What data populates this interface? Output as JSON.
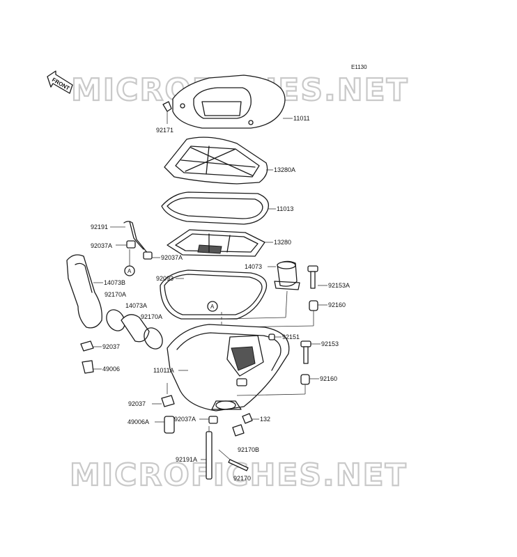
{
  "diagram_code": "E1130",
  "watermark_text": "MICROFICHES.NET",
  "front_label": "FRONT",
  "ref_marker": "A",
  "parts": [
    {
      "id": "p11011",
      "label": "11011"
    },
    {
      "id": "p92171",
      "label": "92171"
    },
    {
      "id": "p13280A",
      "label": "13280A"
    },
    {
      "id": "p11013",
      "label": "11013"
    },
    {
      "id": "p92191",
      "label": "92191"
    },
    {
      "id": "p13280",
      "label": "13280"
    },
    {
      "id": "p92037A_1",
      "label": "92037A"
    },
    {
      "id": "p92037A_2",
      "label": "92037A"
    },
    {
      "id": "p14073",
      "label": "14073"
    },
    {
      "id": "p14073B",
      "label": "14073B"
    },
    {
      "id": "p92093",
      "label": "92093"
    },
    {
      "id": "p92153A",
      "label": "92153A"
    },
    {
      "id": "p92170A_1",
      "label": "92170A"
    },
    {
      "id": "p14073A",
      "label": "14073A"
    },
    {
      "id": "p92160_1",
      "label": "92160"
    },
    {
      "id": "p92170A_2",
      "label": "92170A"
    },
    {
      "id": "p92151",
      "label": "92151"
    },
    {
      "id": "p92153",
      "label": "92153"
    },
    {
      "id": "p92037_1",
      "label": "92037"
    },
    {
      "id": "p49006",
      "label": "49006"
    },
    {
      "id": "p11011A",
      "label": "11011A"
    },
    {
      "id": "p92160_2",
      "label": "92160"
    },
    {
      "id": "p92037_2",
      "label": "92037"
    },
    {
      "id": "p49006A",
      "label": "49006A"
    },
    {
      "id": "p92037A_3",
      "label": "92037A"
    },
    {
      "id": "p132",
      "label": "132"
    },
    {
      "id": "p92170B",
      "label": "92170B"
    },
    {
      "id": "p92191A",
      "label": "92191A"
    },
    {
      "id": "p92170",
      "label": "92170"
    }
  ]
}
